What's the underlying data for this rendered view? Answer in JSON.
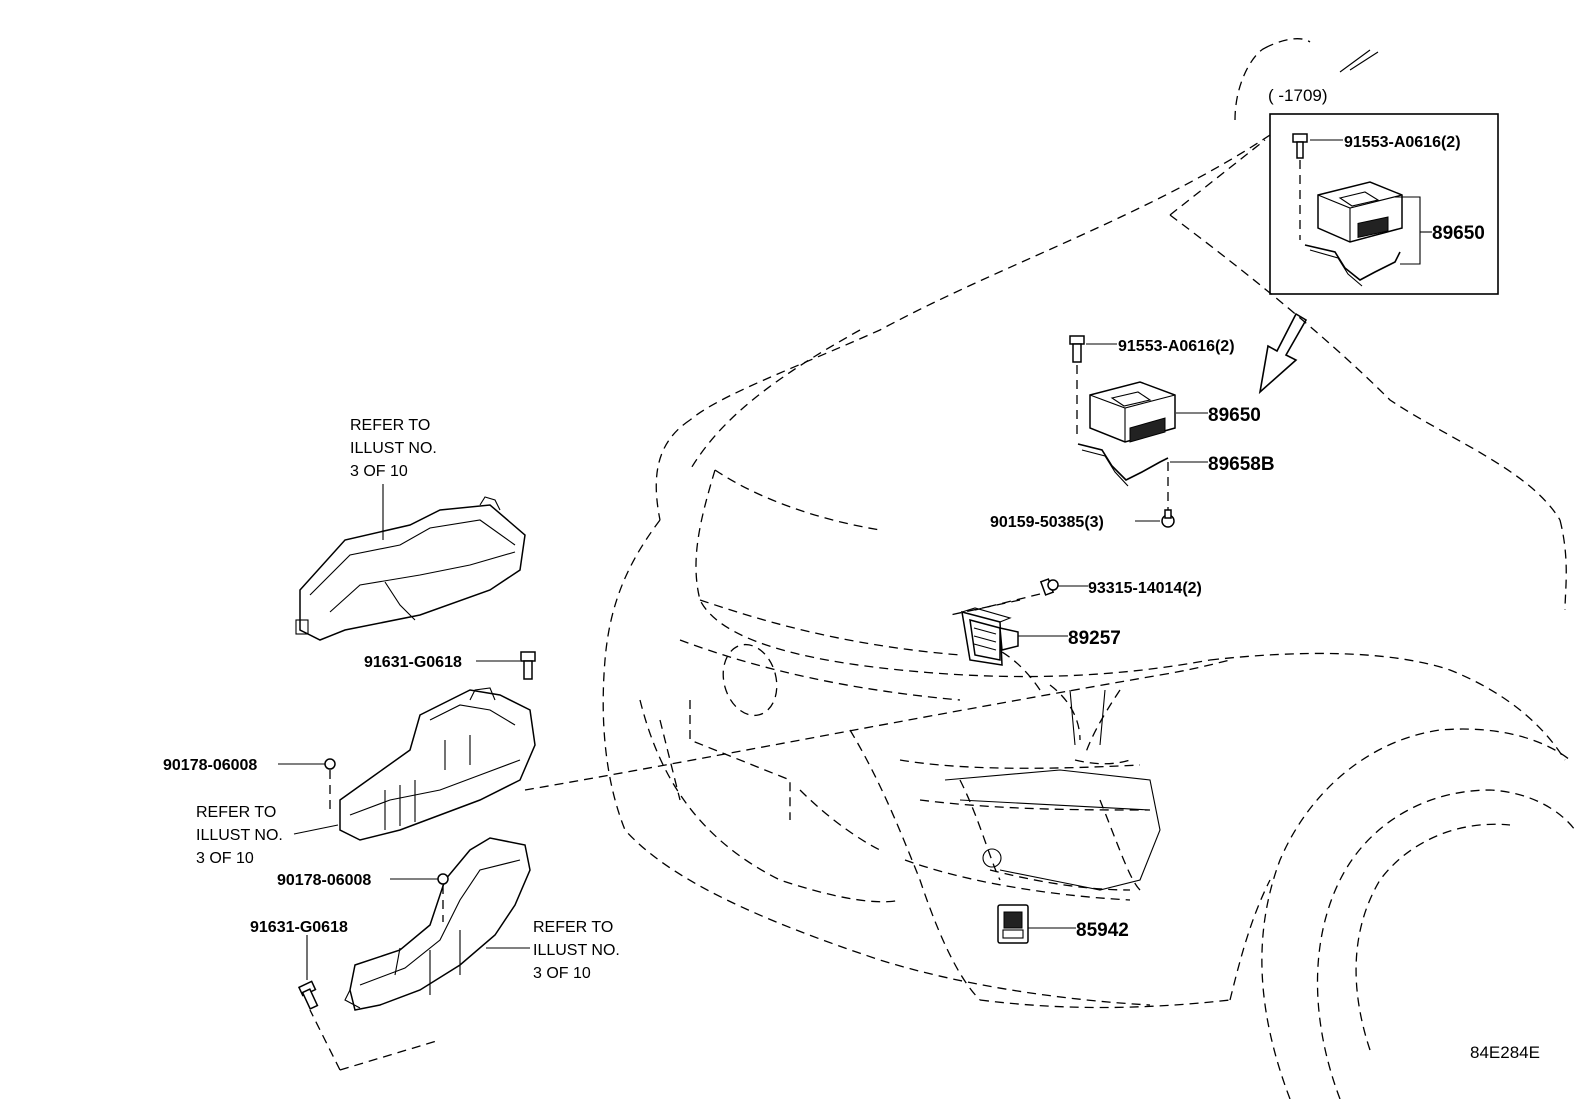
{
  "diagram_code": "84E284E",
  "inset": {
    "date_range": "(        -1709)"
  },
  "refer_notes": [
    "REFER TO\nILLUST NO.\n3 OF 10",
    "REFER TO\nILLUST NO.\n3 OF 10",
    "REFER TO\nILLUST NO.\n3 OF 10"
  ],
  "labels": {
    "inset_bolt": "91553-A0616(2)",
    "inset_module": "89650",
    "bolt_top": "91553-A0616(2)",
    "module": "89650",
    "bracket": "89658B",
    "screw_bottom": "90159-50385(3)",
    "bolt_sensor": "93315-14014(2)",
    "sensor": "89257",
    "sensor_lower": "85942",
    "bolt_left_upper": "91631-G0618",
    "clip_left_upper": "90178-06008",
    "clip_left_lower": "90178-06008",
    "bolt_left_lower": "91631-G0618"
  }
}
